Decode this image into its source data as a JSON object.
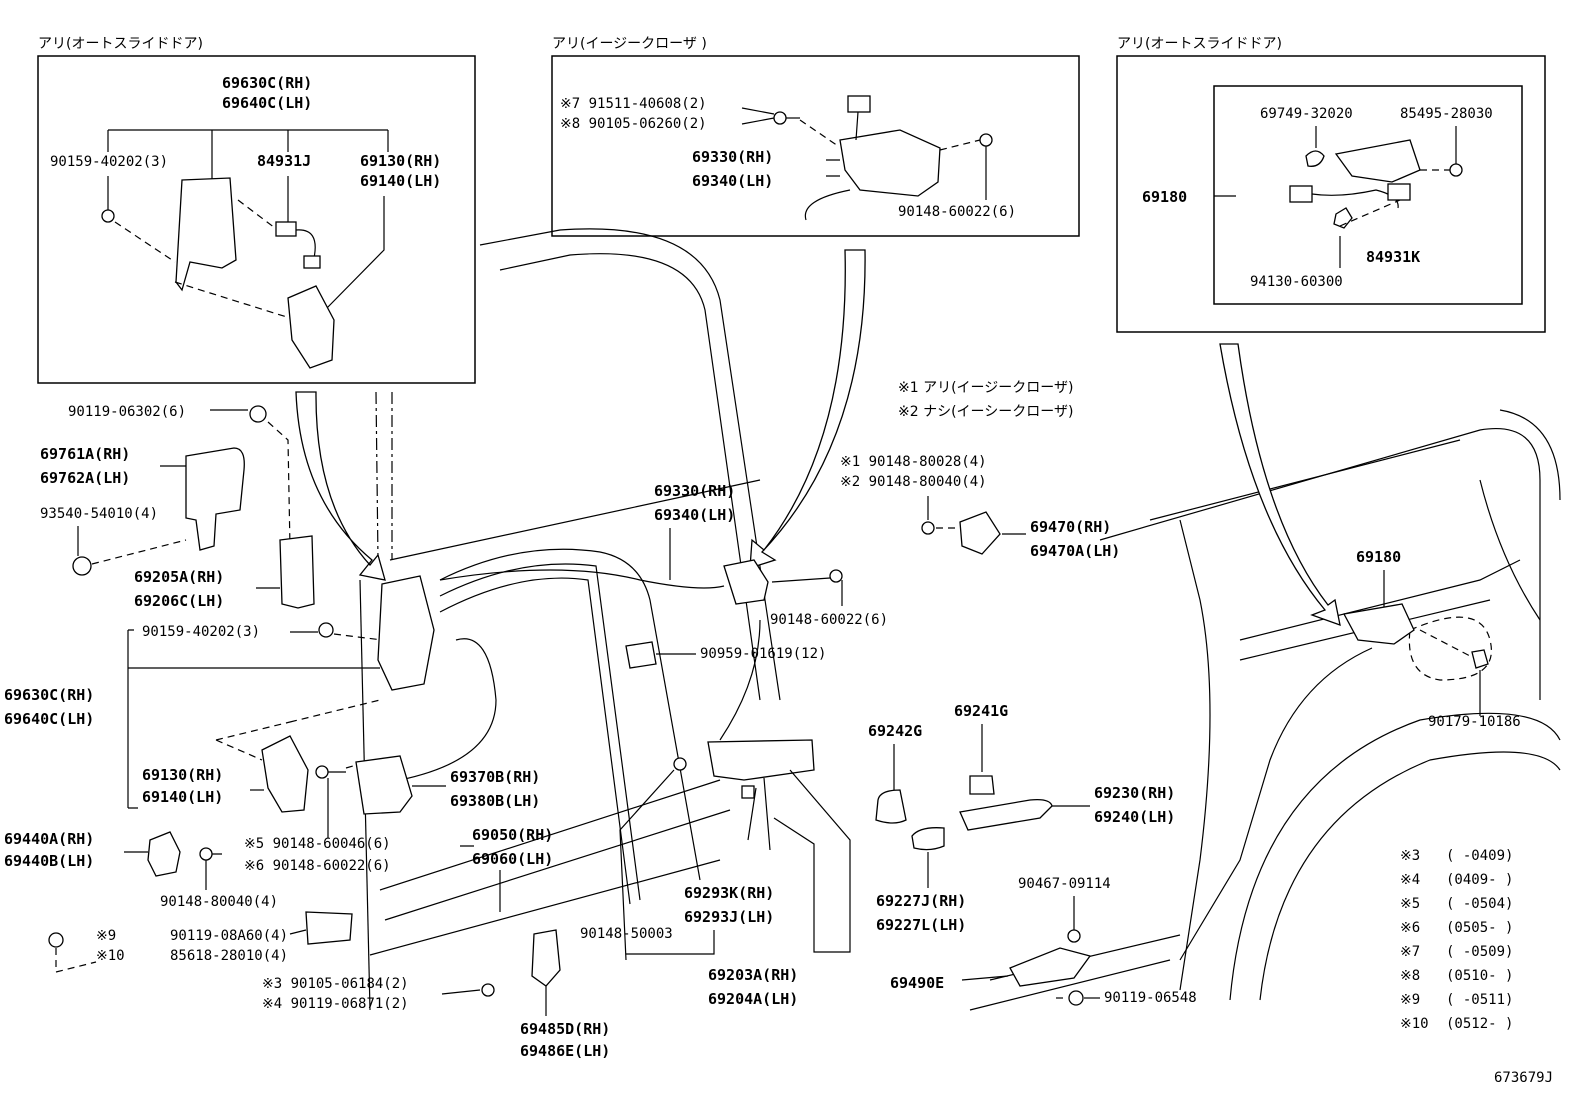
{
  "insets": {
    "auto_slide_left": {
      "header": "アリ(オートスライドドア)",
      "l1a": "69630C(RH)",
      "l1b": "69640C(LH)",
      "l2": "90159-40202(3)",
      "l3": "84931J",
      "l4a": "69130(RH)",
      "l4b": "69140(LH)"
    },
    "easy_closer": {
      "header": "アリ(イージークローザ )",
      "n7": "※7 91511-40608(2)",
      "n8": "※8 90105-06260(2)",
      "la": "69330(RH)",
      "lb": "69340(LH)",
      "bolt": "90148-60022(6)"
    },
    "auto_slide_right": {
      "header": "アリ(オートスライドドア)",
      "a": "69749-32020",
      "b": "85495-28030",
      "c": "69180",
      "d": "84931K",
      "e": "94130-60300"
    }
  },
  "notes": {
    "n1": "※1 アリ(イージークローザ)",
    "n2": "※2 ナシ(イーシークローザ)"
  },
  "parts": {
    "p90119_06302": "90119-06302(6)",
    "p69761a": "69761A(RH)",
    "p69762a": "69762A(LH)",
    "p93540": "93540-54010(4)",
    "p69205a": "69205A(RH)",
    "p69206c": "69206C(LH)",
    "p90159": "90159-40202(3)",
    "p69630c": "69630C(RH)",
    "p69640c": "69640C(LH)",
    "p69130": "69130(RH)",
    "p69140": "69140(LH)",
    "p69440a": "69440A(RH)",
    "p69440b": "69440B(LH)",
    "p90148_80040": "90148-80040(4)",
    "p9": "※9",
    "p9v": "90119-08A60(4)",
    "p10": "※10",
    "p10v": "85618-28010(4)",
    "p5": "※5 90148-60046(6)",
    "p6": "※6 90148-60022(6)",
    "p3": "※3 90105-06184(2)",
    "p4": "※4 90119-06871(2)",
    "p69485d": "69485D(RH)",
    "p69486e": "69486E(LH)",
    "p69370b": "69370B(RH)",
    "p69380b": "69380B(LH)",
    "p69050": "69050(RH)",
    "p69060": "69060(LH)",
    "p69330": "69330(RH)",
    "p69340": "69340(LH)",
    "p90148_60022": "90148-60022(6)",
    "p90959": "90959-01619(12)",
    "p1": "※1 90148-80028(4)",
    "p2": "※2 90148-80040(4)",
    "p69470": "69470(RH)",
    "p69470a": "69470A(LH)",
    "p69242g": "69242G",
    "p69241g": "69241G",
    "p69230": "69230(RH)",
    "p69240": "69240(LH)",
    "p69227j": "69227J(RH)",
    "p69227l": "69227L(LH)",
    "p69293k": "69293K(RH)",
    "p69293j": "69293J(LH)",
    "p90148_50003": "90148-50003",
    "p69203a": "69203A(RH)",
    "p69204a": "69204A(LH)",
    "p90467": "90467-09114",
    "p69490e": "69490E",
    "p90119_06548": "90119-06548",
    "p69180": "69180",
    "p90179": "90179-10186"
  },
  "date_legend": [
    {
      "mark": "※3",
      "range": "(      -0409)"
    },
    {
      "mark": "※4",
      "range": "(0409-      )"
    },
    {
      "mark": "※5",
      "range": "(      -0504)"
    },
    {
      "mark": "※6",
      "range": "(0505-      )"
    },
    {
      "mark": "※7",
      "range": "(      -0509)"
    },
    {
      "mark": "※8",
      "range": "(0510-      )"
    },
    {
      "mark": "※9",
      "range": "(      -0511)"
    },
    {
      "mark": "※10",
      "range": "(0512-     )"
    }
  ],
  "diagram_id": "673679J"
}
